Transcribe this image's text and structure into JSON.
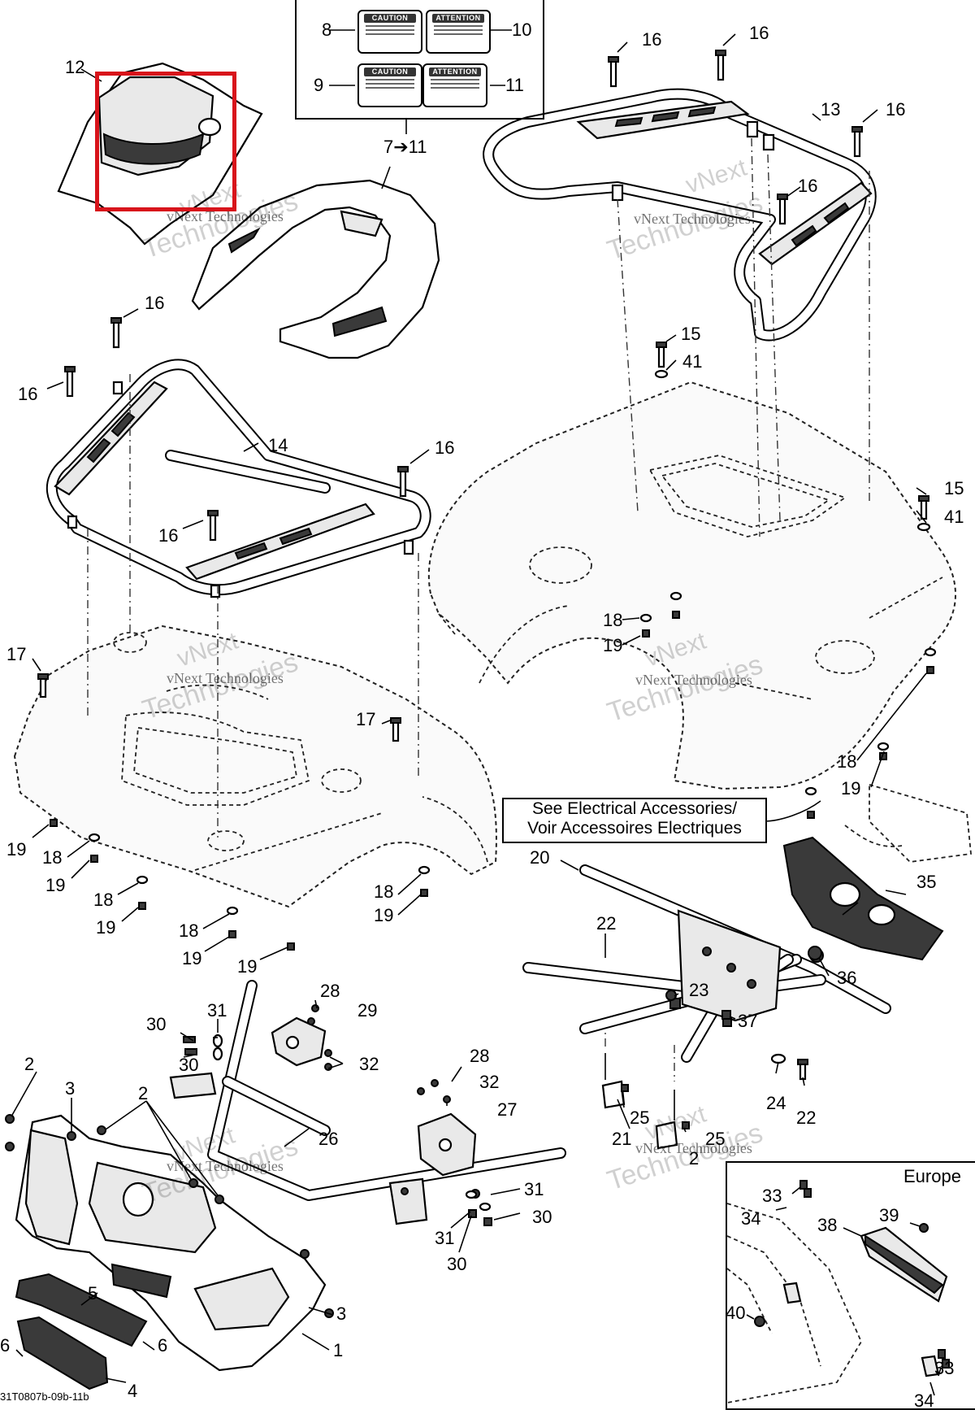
{
  "diagram": {
    "figure_code": "31T0807b-09b-11b",
    "note": {
      "line1": "See Electrical Accessories/",
      "line2": "Voir Accessoires Electriques"
    },
    "inset_title": "Europe",
    "decal_headers": {
      "d8": "CAUTION",
      "d10": "ATTENTION",
      "d9": "CAUTION",
      "d11": "ATTENTION"
    },
    "range_label": "7➔11",
    "watermark": {
      "line1": "vNext",
      "line2": "vNext Technologies",
      "line3": "Technologies"
    },
    "callouts": {
      "c12": "12",
      "c8": "8",
      "c10": "10",
      "c9": "9",
      "c11": "11",
      "c16a": "16",
      "c16b": "16",
      "c13": "13",
      "c16c": "16",
      "c16d": "16",
      "c16e": "16",
      "c16f": "16",
      "c14": "14",
      "c16g": "16",
      "c16h": "16",
      "c15a": "15",
      "c41a": "41",
      "c15b": "15",
      "c41b": "41",
      "c18a": "18",
      "c19a": "19",
      "c17a": "17",
      "c17b": "17",
      "c18b": "18",
      "c19b": "19",
      "c19c": "19",
      "c18c": "18",
      "c19d": "19",
      "c18d": "18",
      "c19e": "19",
      "c18e": "18",
      "c19f": "19",
      "c18f": "18",
      "c19g": "19",
      "c19h": "19",
      "c20": "20",
      "c35": "35",
      "c22a": "22",
      "c36": "36",
      "c23": "23",
      "c37": "37",
      "c24": "24",
      "c22b": "22",
      "c25a": "25",
      "c21": "21",
      "c25b": "25",
      "c2e": "2",
      "c31a": "31",
      "c28a": "28",
      "c29": "29",
      "c30a": "30",
      "c30b": "30",
      "c32a": "32",
      "c28b": "28",
      "c32b": "32",
      "c27": "27",
      "c26": "26",
      "c31b": "31",
      "c30c": "30",
      "c31c": "31",
      "c30d": "30",
      "c2a": "2",
      "c3a": "3",
      "c2b": "2",
      "c3b": "3",
      "c5": "5",
      "c6a": "6",
      "c6b": "6",
      "c4": "4",
      "c1": "1",
      "c33a": "33",
      "c34a": "34",
      "c38": "38",
      "c39": "39",
      "c40": "40",
      "c33b": "33",
      "c34b": "34"
    }
  }
}
